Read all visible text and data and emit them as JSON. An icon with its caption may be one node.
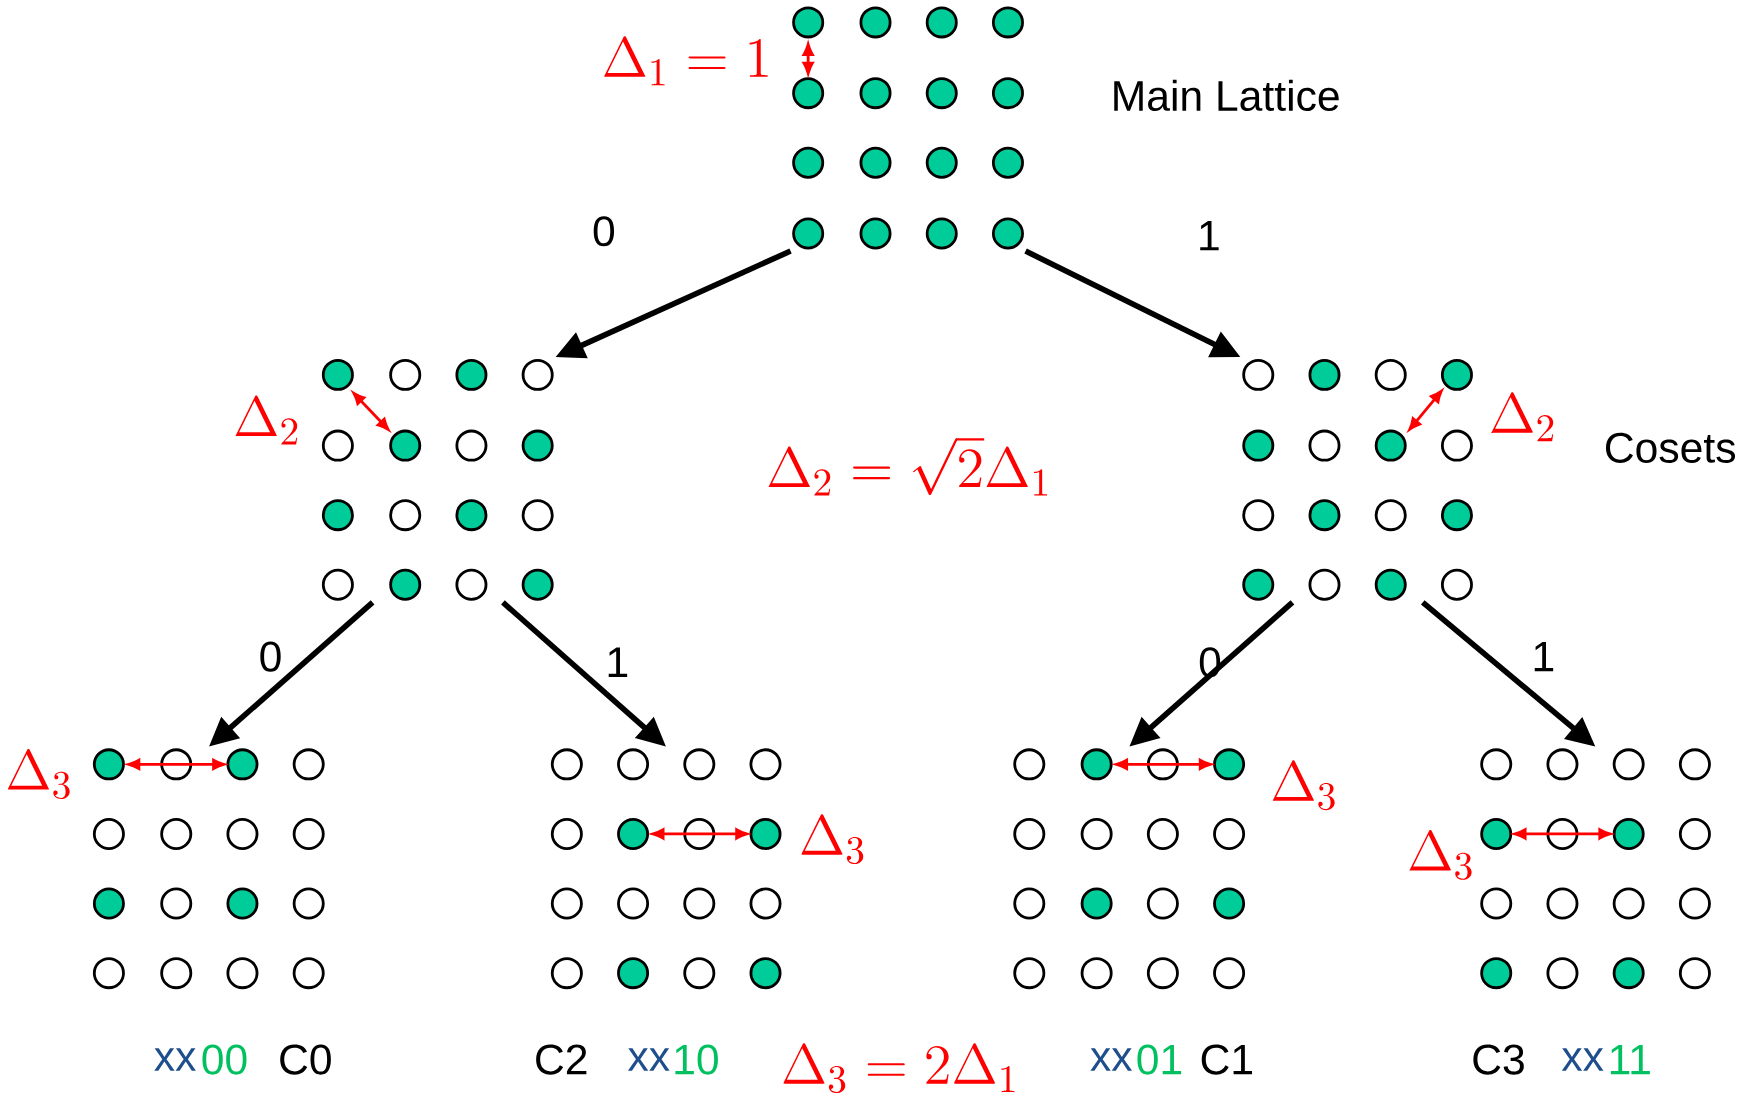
{
  "diagram": {
    "nodes": [
      {
        "text": [],
        "shape": "grid",
        "beside": [
          "Main Lattice"
        ]
      },
      {
        "text": [],
        "shape": "grid"
      },
      {
        "text": [],
        "shape": "grid",
        "beside": [
          "Cosets"
        ]
      },
      {
        "text": [],
        "shape": "grid"
      },
      {
        "text": [],
        "shape": "grid"
      },
      {
        "text": [],
        "shape": "grid"
      },
      {
        "text": [],
        "shape": "grid"
      }
    ],
    "edges": [
      {
        "from": 0,
        "to": 1,
        "arrow": "to",
        "label": "0"
      },
      {
        "from": 0,
        "to": 2,
        "arrow": "to",
        "label": "1"
      },
      {
        "from": 1,
        "to": 3,
        "arrow": "to",
        "label": "0"
      },
      {
        "from": 1,
        "to": 4,
        "arrow": "to",
        "label": "1"
      },
      {
        "from": 2,
        "to": 5,
        "arrow": "to",
        "label": "0"
      },
      {
        "from": 2,
        "to": 6,
        "arrow": "to",
        "label": "1"
      }
    ],
    "labels": [
      "\\Delta_1 = 1",
      "\\Delta_2",
      "\\Delta_2 = \\sqrt{2}\\Delta_1",
      "\\Delta_2",
      "\\Delta_3",
      "\\Delta_3",
      "\\Delta_3",
      "\\Delta_3",
      "xx",
      "00",
      "C0",
      "C2",
      "xx",
      "10",
      "\\Delta_3 = 2\\Delta_1",
      "xx",
      "01",
      "C1",
      "C3",
      "xx",
      "11"
    ]
  }
}
